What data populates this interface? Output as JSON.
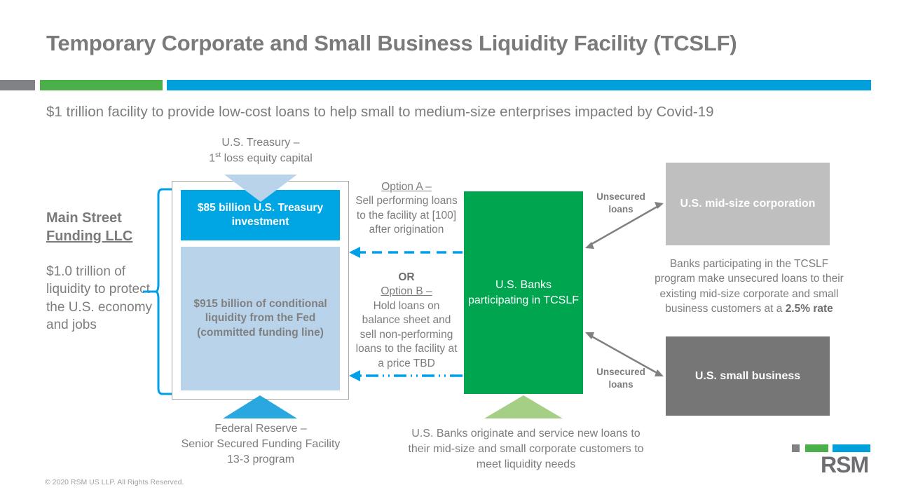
{
  "header": {
    "title": "Temporary Corporate and Small Business Liquidity Facility (TCSLF)",
    "subtitle": "$1 trillion facility to provide low-cost loans to help small to medium-size enterprises impacted by Covid-19",
    "rule_colors": [
      "#808285",
      "#4cb04a",
      "#00a0dd"
    ]
  },
  "left_panel": {
    "entity_name_line1": "Main Street",
    "entity_name_line2": "Funding LLC",
    "description": "$1.0 trillion of liquidity to protect the U.S. economy and jobs"
  },
  "main_street_box": {
    "treasury_tranche": "$85 billion U.S. Treasury investment",
    "treasury_tranche_color": "#00a5e3",
    "fed_tranche": "$915 billion of conditional liquidity from the Fed (committed funding line)",
    "fed_tranche_color": "#b9d3ea"
  },
  "captions": {
    "treasury_source_line1": "U.S. Treasury –",
    "treasury_source_line2_pre": "1",
    "treasury_source_line2_sup": "st",
    "treasury_source_line2_post": " loss equity capital",
    "fed_source_line1": "Federal Reserve –",
    "fed_source_line2": "Senior Secured Funding Facility",
    "fed_source_line3": "13-3 program",
    "banks_origination": "U.S. Banks originate and service new loans to their mid-size and small corporate customers to meet liquidity needs"
  },
  "options": {
    "option_a_head": "Option A –",
    "option_a_body": "Sell performing loans to the facility at [100] after origination",
    "or_label": "OR",
    "option_b_head": "Option B –",
    "option_b_body": "Hold loans on balance sheet and sell non-performing loans to the facility at a price TBD"
  },
  "banks_box": {
    "label": "U.S. Banks participating in TCSLF",
    "color": "#00a550"
  },
  "right_panel": {
    "midsize_label": "U.S. mid-size corporation",
    "midsize_color": "#bfbfbf",
    "smallbiz_label": "U.S. small business",
    "smallbiz_color": "#767676",
    "unsecured_loans_top": "Unsecured loans",
    "unsecured_loans_bottom": "Unsecured loans",
    "note_plain": "Banks participating in the TCSLF program make unsecured loans to their existing mid-size corporate and small business customers at a",
    "note_bold": "2.5% rate"
  },
  "footer": {
    "copyright": "© 2020 RSM US LLP. All Rights Reserved.",
    "logo_text": "RSM"
  }
}
